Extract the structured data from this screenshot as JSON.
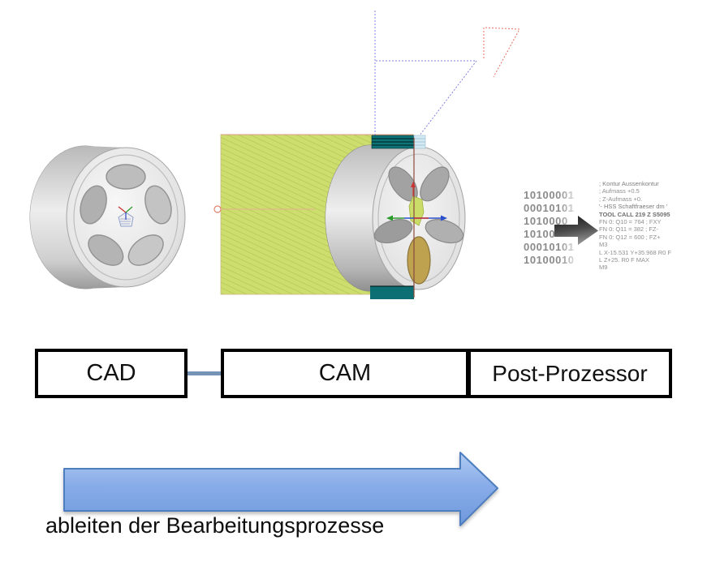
{
  "flow": {
    "boxes": [
      {
        "label": "CAD"
      },
      {
        "label": "CAM"
      },
      {
        "label": "Post-Prozessor"
      }
    ],
    "caption": "ableiten der Bearbeitungsprozesse"
  },
  "binary_code": {
    "lines": [
      "10100001",
      "00010101",
      "1010000",
      "10100",
      "00010101",
      "10100010"
    ]
  },
  "nc_code": {
    "lines": [
      "; Kontur Aussenkontur",
      "; Aufmass  +0.5",
      "; Z-Aufmass +0.",
      "'- HSS Schaftfraeser dm '",
      "TOOL CALL 219 Z S5095",
      "FN 0: Q10 = 764  ; FXY",
      "FN 0: Q11 = 382  ; FZ-",
      "FN 0: Q12 = 600  ; FZ+",
      "M3",
      "L X-15.531 Y+35.968 R0 F",
      "L Z+25. R0 F MAX",
      "M9"
    ]
  },
  "icons": {
    "binary_to_code_arrow": "right-block-arrow",
    "flow_arrow": "right-block-arrow"
  },
  "colors": {
    "plane_green": "#cede6e",
    "plane_hatch": "#b6c957",
    "teal_band": "#0d7478",
    "gold_pocket": "#bfa250",
    "toolpath_blue": "#8080e0",
    "toolpath_red": "#e87060",
    "flow_arrow_fill": "#7fa6e6",
    "flow_arrow_border": "#4d7ebf",
    "connector": "#7493b6",
    "binary_text": "#8a8a8a",
    "nc_text": "#8f8f8f"
  }
}
